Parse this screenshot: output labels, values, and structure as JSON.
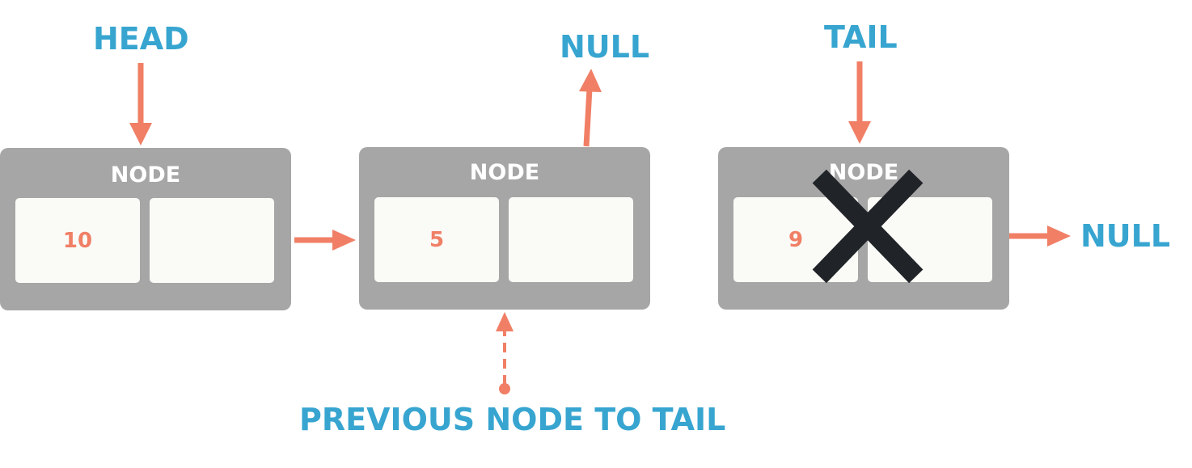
{
  "labels": {
    "head": "HEAD",
    "tail": "TAIL",
    "null_top": "NULL",
    "null_right": "NULL",
    "previous": "PREVIOUS NODE TO TAIL"
  },
  "nodes": [
    {
      "title": "NODE",
      "value": "10"
    },
    {
      "title": "NODE",
      "value": "5"
    },
    {
      "title": "NODE",
      "value": "9"
    }
  ],
  "colors": {
    "label_blue": "#37a5d0",
    "arrow_salmon": "#f07f66",
    "node_gray": "#a6a6a6",
    "cell_white": "#fafaf6",
    "cross_black": "#202328"
  }
}
